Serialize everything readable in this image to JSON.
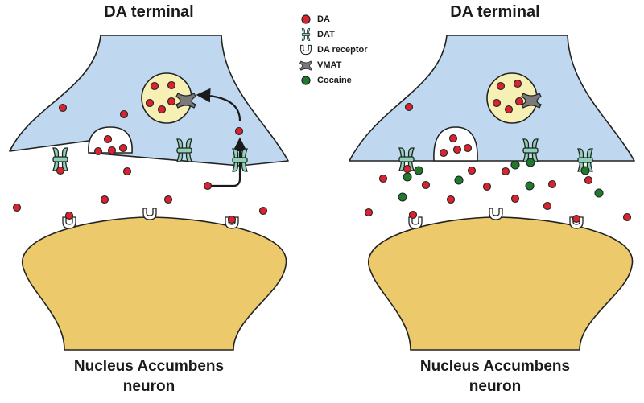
{
  "left_panel": {
    "title": "DA terminal",
    "neuron_line1": "Nucleus Accumbens",
    "neuron_line2": "neuron"
  },
  "right_panel": {
    "title": "DA terminal",
    "neuron_line1": "Nucleus Accumbens",
    "neuron_line2": "neuron"
  },
  "legend": {
    "items": [
      {
        "label": "DA",
        "icon": "da-molecule-icon"
      },
      {
        "label": "DAT",
        "icon": "dat-transporter-icon"
      },
      {
        "label": "DA receptor",
        "icon": "da-receptor-icon"
      },
      {
        "label": "VMAT",
        "icon": "vmat-transporter-icon"
      },
      {
        "label": "Cocaine",
        "icon": "cocaine-molecule-icon"
      }
    ]
  },
  "colors": {
    "terminal_fill": "#bfd8ef",
    "neuron_fill": "#ecc96b",
    "vesicle_fill": "#f7f0b4",
    "da_red": "#d9232e",
    "dat_teal": "#8fd1b6",
    "vmat_gray": "#7a7a7a",
    "cocaine_green": "#1f7a2c",
    "outline": "#222222"
  }
}
